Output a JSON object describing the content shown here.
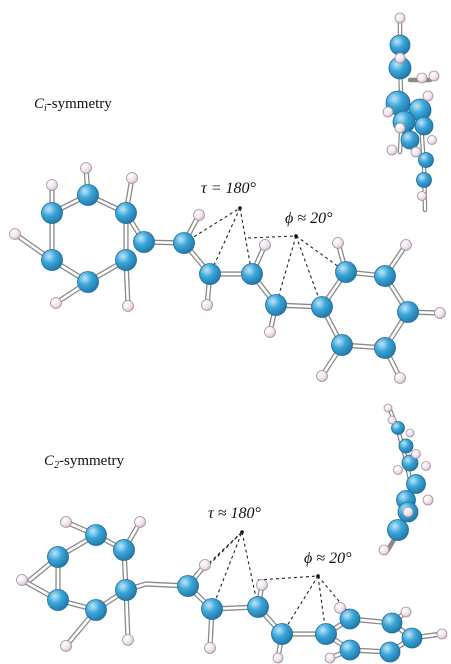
{
  "panels": [
    {
      "id": "ci",
      "symmetry_symbol": "C",
      "symmetry_subscript": "i",
      "symmetry_suffix": "-symmetry",
      "tau_label": "τ = 180°",
      "phi_label": "ϕ ≈ 20°"
    },
    {
      "id": "c2",
      "symmetry_symbol": "C",
      "symmetry_subscript": "2",
      "symmetry_suffix": "-symmetry",
      "tau_label": "τ ≈ 180°",
      "phi_label": "ϕ ≈ 20°"
    }
  ],
  "colors": {
    "carbon": "#3aa5d8",
    "carbon_edge": "#1c6e99",
    "hydrogen": "#f2e2ef",
    "hydrogen_edge": "#a8919f",
    "bond": "#8a8a8a",
    "dash": "#222222"
  }
}
